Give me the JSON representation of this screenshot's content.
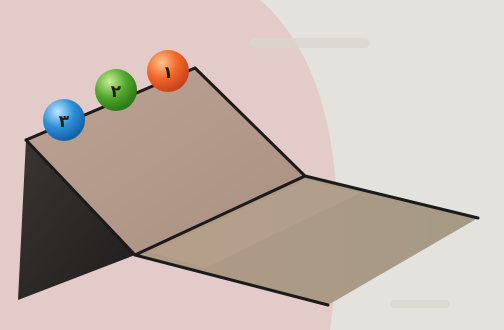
{
  "balls": [
    {
      "label": "١",
      "color": "#f0662a"
    },
    {
      "label": "٢",
      "color": "#52a82c"
    },
    {
      "label": "٣",
      "color": "#2b8fd6"
    }
  ],
  "colors": {
    "background": "#e4e2dc",
    "pink_wash": "#e3c7c7",
    "upper_slope": "#b59c8e",
    "lower_plane": "#aea08c",
    "side_face": "#2e2b29",
    "edge_line": "#1c1a1a"
  }
}
